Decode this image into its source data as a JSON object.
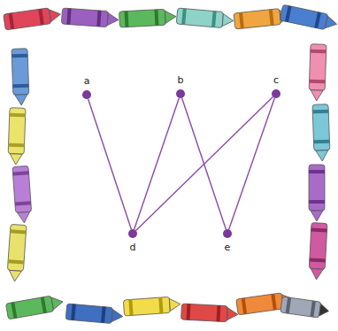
{
  "diagram": {
    "nodes": [
      {
        "text": [
          "a"
        ]
      },
      {
        "text": [
          "b"
        ]
      },
      {
        "text": [
          "c"
        ]
      },
      {
        "text": [
          "d"
        ]
      },
      {
        "text": [
          "e"
        ]
      }
    ],
    "edges": [
      {
        "from": 0,
        "to": 3,
        "arrow": "none"
      },
      {
        "from": 1,
        "to": 3,
        "arrow": "none"
      },
      {
        "from": 1,
        "to": 4,
        "arrow": "none"
      },
      {
        "from": 2,
        "to": 3,
        "arrow": "none"
      },
      {
        "from": 2,
        "to": 4,
        "arrow": "none"
      }
    ]
  }
}
